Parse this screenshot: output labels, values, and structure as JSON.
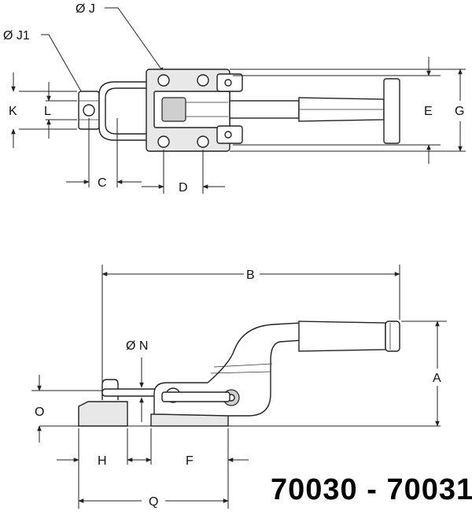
{
  "drawing": {
    "model_title": "70030 - 70031",
    "top_view_labels": {
      "dia_j": "Ø J",
      "dia_j1": "Ø J1",
      "k": "K",
      "l": "L",
      "c": "C",
      "d": "D",
      "e": "E",
      "g": "G"
    },
    "side_view_labels": {
      "b": "B",
      "a": "A",
      "dia_n": "Ø N",
      "o": "O",
      "h": "H",
      "f": "F",
      "q": "Q"
    }
  }
}
